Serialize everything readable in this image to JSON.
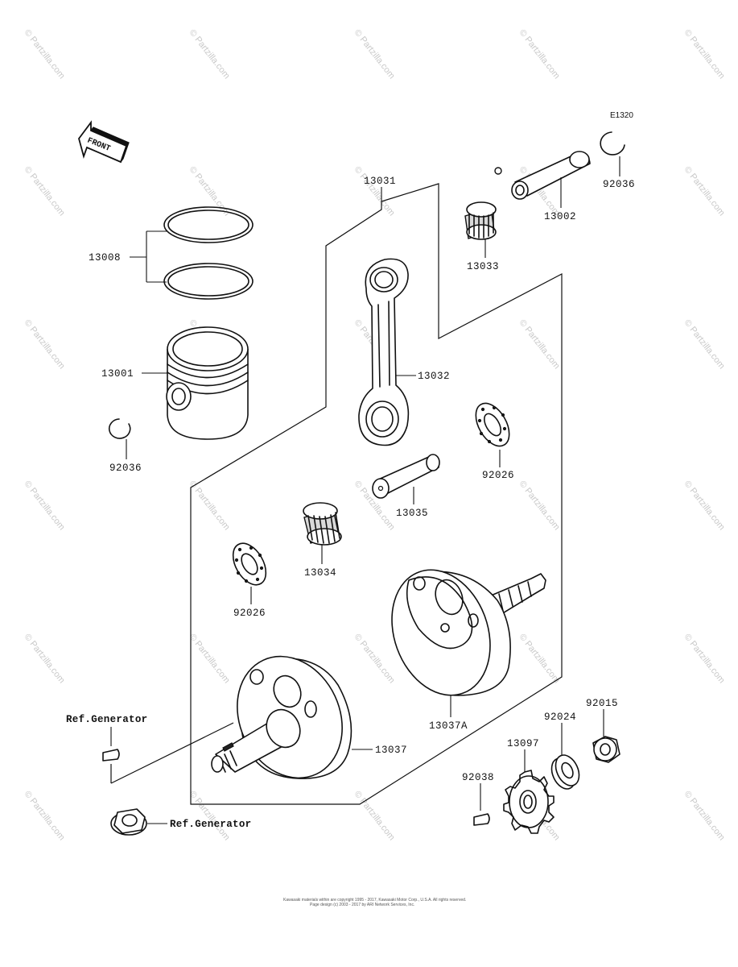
{
  "diagram": {
    "code": "E1320",
    "front_label": "FRONT",
    "watermark": "© Partzilla.com",
    "copyright_line1": "Kawasaki materials within are copyright 1995 - 2017, Kawasaki Motor Corp., U.S.A. All rights reserved.",
    "copyright_line2": "Page design (c) 2003 - 2017 by ARI Network Services, Inc."
  },
  "labels": {
    "p13031": "13031",
    "p13002": "13002",
    "p92036_top": "92036",
    "p13008": "13008",
    "p13033": "13033",
    "p13001": "13001",
    "p13032": "13032",
    "p92036_left": "92036",
    "p92026_right": "92026",
    "p13035": "13035",
    "p13034": "13034",
    "p92026_left": "92026",
    "ref_generator_1": "Ref.Generator",
    "p13037A": "13037A",
    "p92015": "92015",
    "p92024": "92024",
    "p13097": "13097",
    "p13037": "13037",
    "p92038": "92038",
    "ref_generator_2": "Ref.Generator"
  }
}
